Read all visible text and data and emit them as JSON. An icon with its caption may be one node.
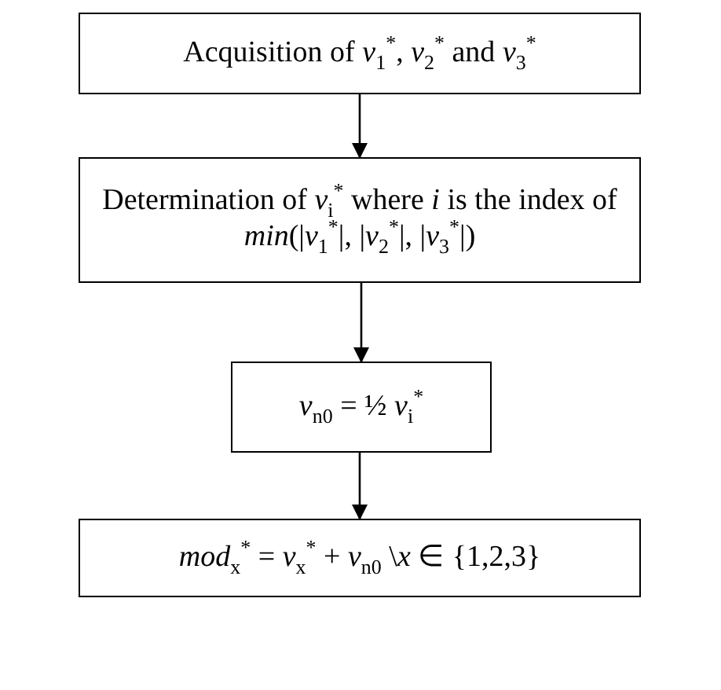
{
  "diagram": {
    "nodes": [
      {
        "text": [
          "Acquisition of *v*$_{1}$$^{*}$, *v*$_{2}$$^{*}$ and *v*$_{3}$$^{*}$"
        ]
      },
      {
        "text": [
          "Determination of *v*$_{i}$$^{*}$ where *i* is the index of *min*(|*v*$_{1}$$^{*}$|, |*v*$_{2}$$^{*}$|, |*v*$_{3}$$^{*}$|)"
        ]
      },
      {
        "text": [
          "*v*$_{n0}$ = ½ *v*$_{i}$$^{*}$"
        ]
      },
      {
        "text": [
          "*mod*$_{x}$$^{*}$ = *v*$_{x}$$^{*}$ + *v*$_{n0}$ \\*x* ∈ {1,2,3}"
        ]
      }
    ],
    "edges": [
      {
        "from": 0,
        "to": 1,
        "arrow": "to"
      },
      {
        "from": 1,
        "to": 2,
        "arrow": "to"
      },
      {
        "from": 2,
        "to": 3,
        "arrow": "to"
      }
    ]
  }
}
